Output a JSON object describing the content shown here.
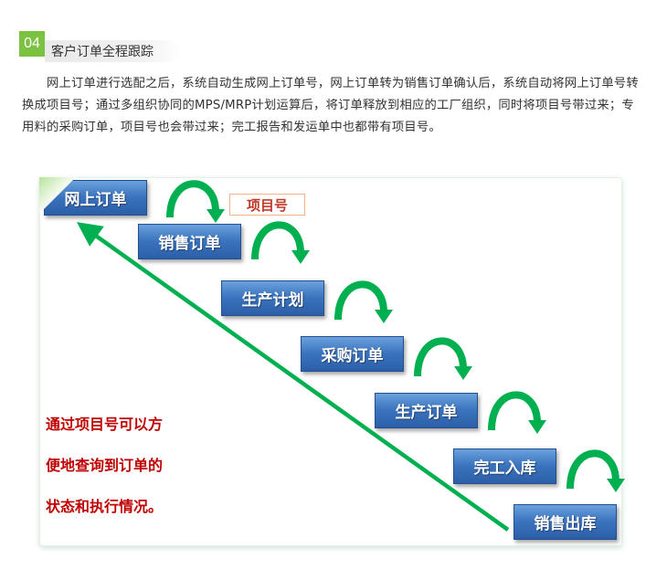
{
  "section": {
    "number": "04",
    "title": "客户订单全程跟踪"
  },
  "paragraph": "网上订单进行选配之后，系统自动生成网上订单号，网上订单转为销售订单确认后，系统自动将网上订单号转换成项目号；通过多组织协同的MPS/MRP计划运算后，将订单释放到相应的工厂组织，同时将项目号带过来；专用料的采购订单，项目号也会带过来；完工报告和发运单中也都带有项目号。",
  "diagram": {
    "tag_label": "项目号",
    "steps": [
      "网上订单",
      "销售订单",
      "生产计划",
      "采购订单",
      "生产订单",
      "完工入库",
      "销售出库"
    ],
    "note_lines": [
      "通过项目号可以方",
      "便地查询到订单的",
      "状态和执行情况。"
    ],
    "colors": {
      "step_blue": "#3b73be",
      "arrow_green": "#00b050",
      "note_red": "#c00000",
      "tag_red": "#c0392b",
      "badge_green": "#7cc242"
    }
  }
}
